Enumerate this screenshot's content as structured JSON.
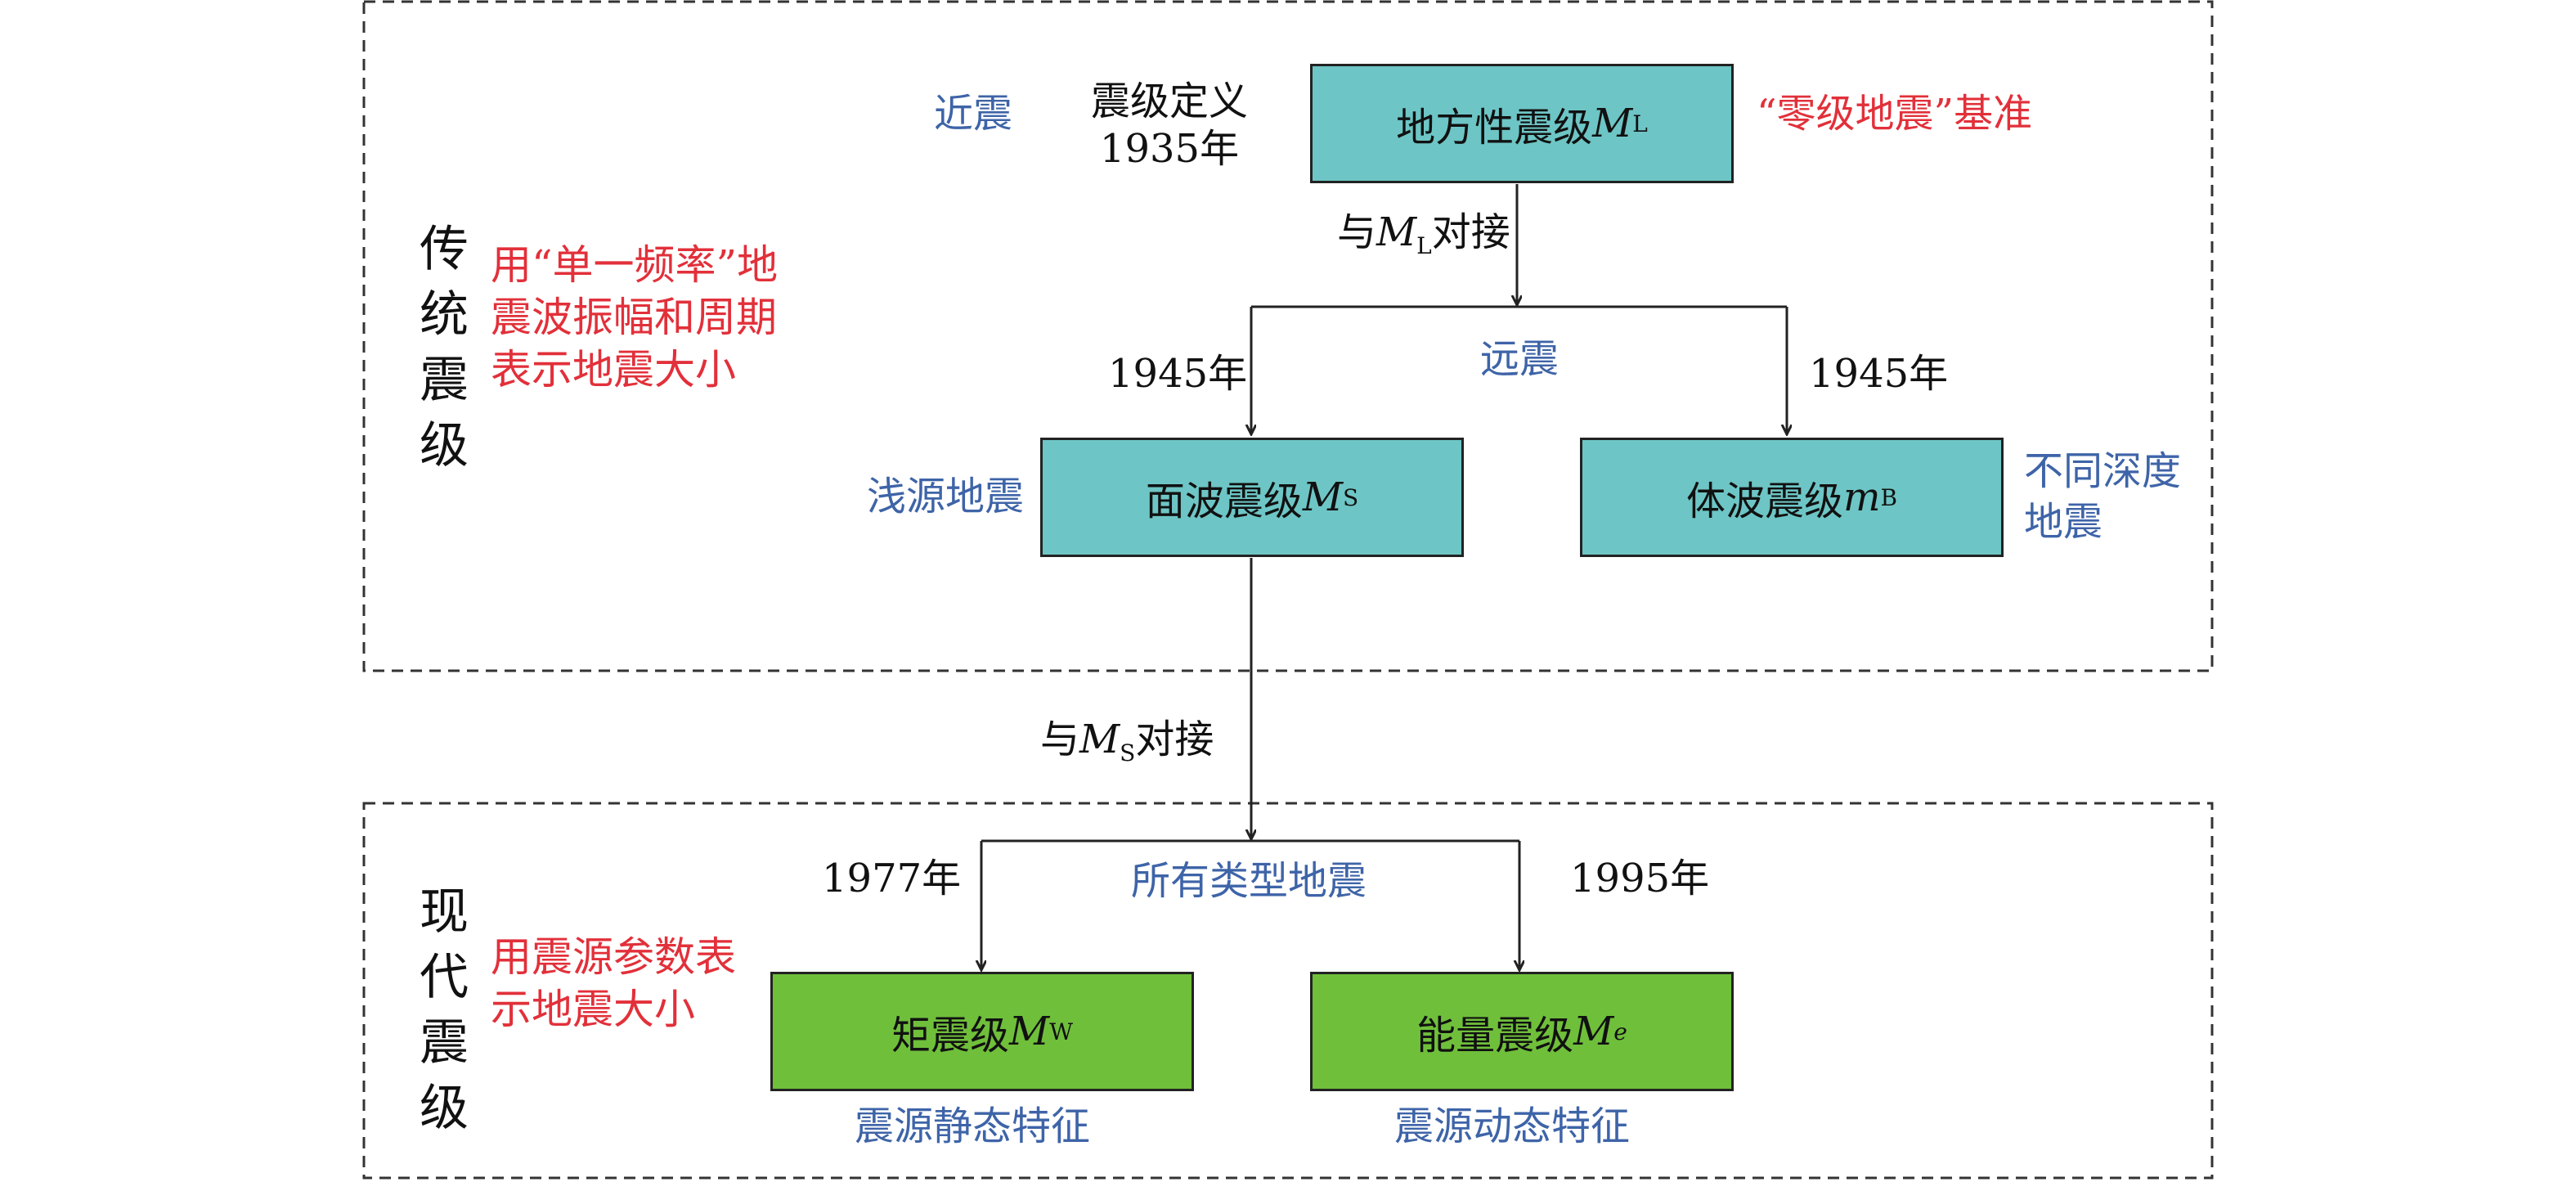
{
  "colors": {
    "teal_box": "#6ec5c5",
    "green_box": "#6fbf3b",
    "blue_text": "#3e64a8",
    "red_text": "#e2303a",
    "line": "#222222"
  },
  "traditional": {
    "section_label": "传统震级",
    "description": "用“单一频率”地震波振幅和周期表示地震大小",
    "local_box": {
      "text": "地方性震级",
      "sym": "M",
      "sub": "L"
    },
    "local_range": "近震",
    "definition_line1": "震级定义",
    "definition_line2": "1935年",
    "zero_reference": "“零级地震”基准",
    "connect_ml": {
      "prefix": "与",
      "sym": "M",
      "sub": "L",
      "suffix": "对接"
    },
    "far_field": "远震",
    "year_left": "1945年",
    "year_right": "1945年",
    "surface_box": {
      "text": "面波震级",
      "sym": "M",
      "sub": "S"
    },
    "body_box": {
      "text": "体波震级",
      "sym": "m",
      "sub": "B"
    },
    "shallow_source": "浅源地震",
    "different_depth": "不同深度地震"
  },
  "connect_ms": {
    "prefix": "与",
    "sym": "M",
    "sub": "S",
    "suffix": "对接"
  },
  "modern": {
    "section_label": "现代震级",
    "description": "用震源参数表示地震大小",
    "year_left": "1977年",
    "year_right": "1995年",
    "all_types": "所有类型地震",
    "moment_box": {
      "text": "矩震级",
      "sym": "M",
      "sub": "W"
    },
    "energy_box": {
      "text": "能量震级",
      "sym": "M",
      "sub": "e"
    },
    "static_features": "震源静态特征",
    "dynamic_features": "震源动态特征"
  }
}
